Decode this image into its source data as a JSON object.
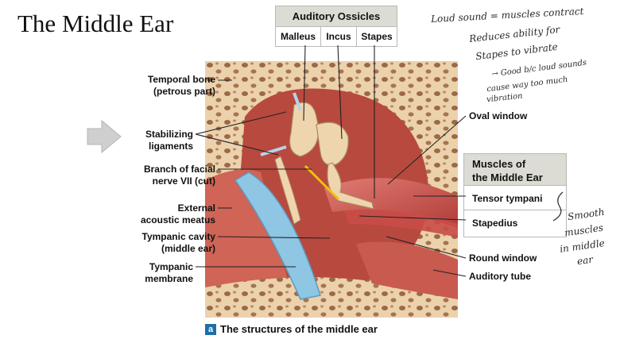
{
  "title": "The Middle Ear",
  "ossicles_table": {
    "header": "Auditory Ossicles",
    "cells": [
      "Malleus",
      "Incus",
      "Stapes"
    ]
  },
  "muscles_table": {
    "header_line1": "Muscles of",
    "header_line2": "the Middle Ear",
    "rows": [
      "Tensor tympani",
      "Stapedius"
    ]
  },
  "labels_left": [
    {
      "line1": "Temporal bone",
      "line2": "(petrous part)"
    },
    {
      "line1": "Stabilizing",
      "line2": "ligaments"
    },
    {
      "line1": "Branch of facial",
      "line2": "nerve VII (cut)"
    },
    {
      "line1": "External",
      "line2": "acoustic meatus"
    },
    {
      "line1": "Tympanic cavity",
      "line2": "(middle ear)"
    },
    {
      "line1": "Tympanic",
      "line2": "membrane"
    }
  ],
  "labels_right": {
    "oval_window": "Oval window",
    "round_window": "Round window",
    "auditory_tube": "Auditory tube"
  },
  "caption": {
    "badge": "a",
    "text": "The structures of the middle ear"
  },
  "handwritten_notes": {
    "line1": "Loud sound = muscles contract",
    "line2": "Reduces ability for",
    "line3": "Stapes to vibrate",
    "line4": "→ Good b/c loud sounds",
    "line5": "cause way too much",
    "line6": "vibration",
    "side1": "Smooth",
    "side2": "muscles",
    "side3": "in middle",
    "side4": "ear"
  },
  "colors": {
    "bone": "#ecd1ad",
    "muscle": "#c94c48",
    "cavity": "#b4453f",
    "membrane": "#8ec6e4",
    "ossicle": "#efd5ae",
    "arrow": "#c9c9c9"
  }
}
